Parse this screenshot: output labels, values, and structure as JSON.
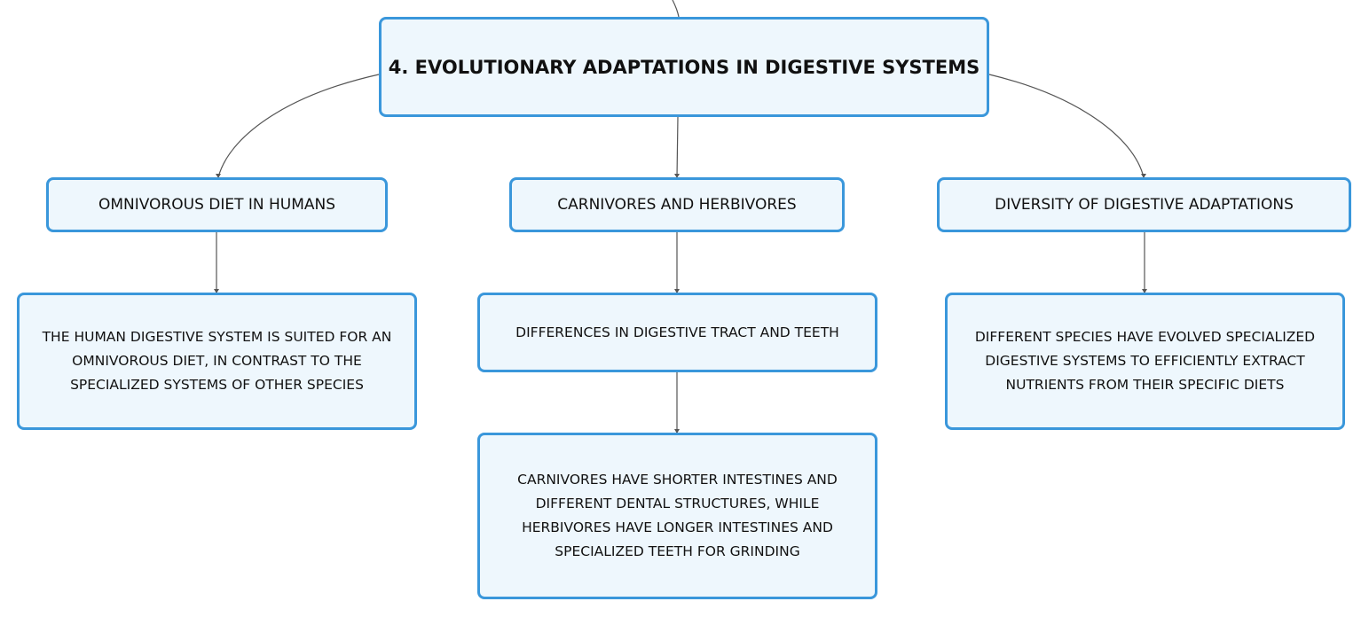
{
  "root": {
    "title": "4. EVOLUTIONARY ADAPTATIONS IN DIGESTIVE SYSTEMS"
  },
  "branches": [
    {
      "label": "OMNIVOROUS DIET IN HUMANS",
      "children": [
        "THE HUMAN DIGESTIVE SYSTEM IS SUITED FOR AN OMNIVOROUS DIET, IN CONTRAST TO THE SPECIALIZED SYSTEMS OF OTHER SPECIES"
      ]
    },
    {
      "label": "CARNIVORES AND HERBIVORES",
      "children": [
        "DIFFERENCES IN DIGESTIVE TRACT AND TEETH",
        "CARNIVORES HAVE SHORTER INTESTINES AND DIFFERENT DENTAL STRUCTURES, WHILE HERBIVORES HAVE LONGER INTESTINES AND SPECIALIZED TEETH FOR GRINDING"
      ]
    },
    {
      "label": "DIVERSITY OF DIGESTIVE ADAPTATIONS",
      "children": [
        "DIFFERENT SPECIES HAVE EVOLVED SPECIALIZED DIGESTIVE SYSTEMS TO EFFICIENTLY EXTRACT NUTRIENTS FROM THEIR SPECIFIC DIETS"
      ]
    }
  ],
  "colors": {
    "node_fill": "#eef7fd",
    "node_border": "#3a97db",
    "connector": "#555555",
    "text": "#111111"
  }
}
